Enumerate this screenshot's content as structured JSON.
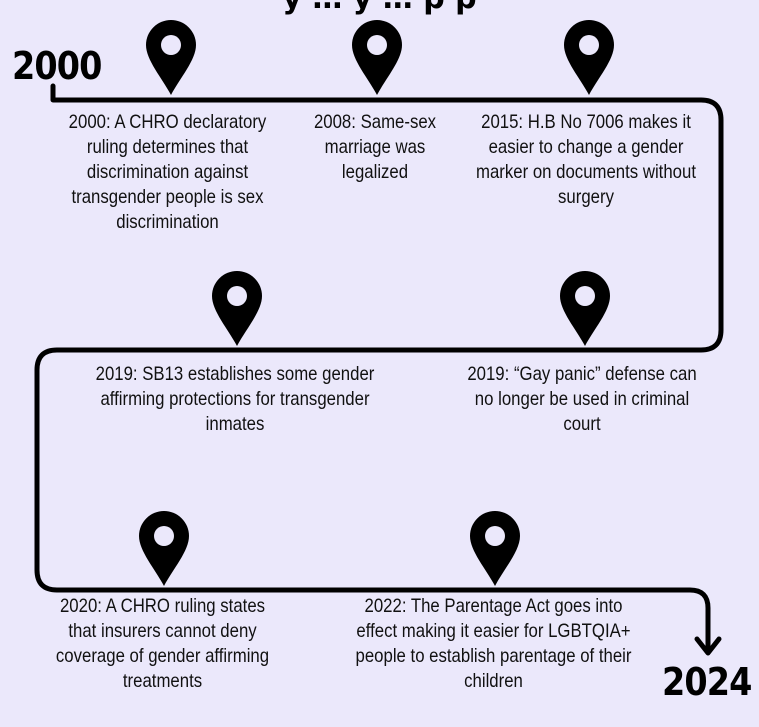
{
  "header": {
    "clipped_title": "y … y … p p"
  },
  "years": {
    "start": "2000",
    "end": "2024"
  },
  "events": [
    {
      "text": "2000: A CHRO declaratory ruling determines that discrimination against transgender people is sex discrimination"
    },
    {
      "text": "2008: Same-sex marriage was legalized"
    },
    {
      "text": "2015: H.B No 7006 makes it easier to change a gender marker on documents without surgery"
    },
    {
      "text": "2019: SB13 establishes some gender affirming protections for transgender inmates"
    },
    {
      "text": "2019: “Gay panic” defense can no longer be used in criminal court"
    },
    {
      "text": "2020: A CHRO ruling states that insurers cannot deny coverage of gender affirming treatments"
    },
    {
      "text": "2022: The Parentage Act goes into effect making it easier for LGBTQIA+ people to establish parentage of their children"
    }
  ],
  "icons": {
    "marker": "map-pin-icon",
    "end": "arrow-down-icon"
  },
  "colors": {
    "background": "#ebe8fb",
    "line": "#000000",
    "text": "#111111"
  }
}
